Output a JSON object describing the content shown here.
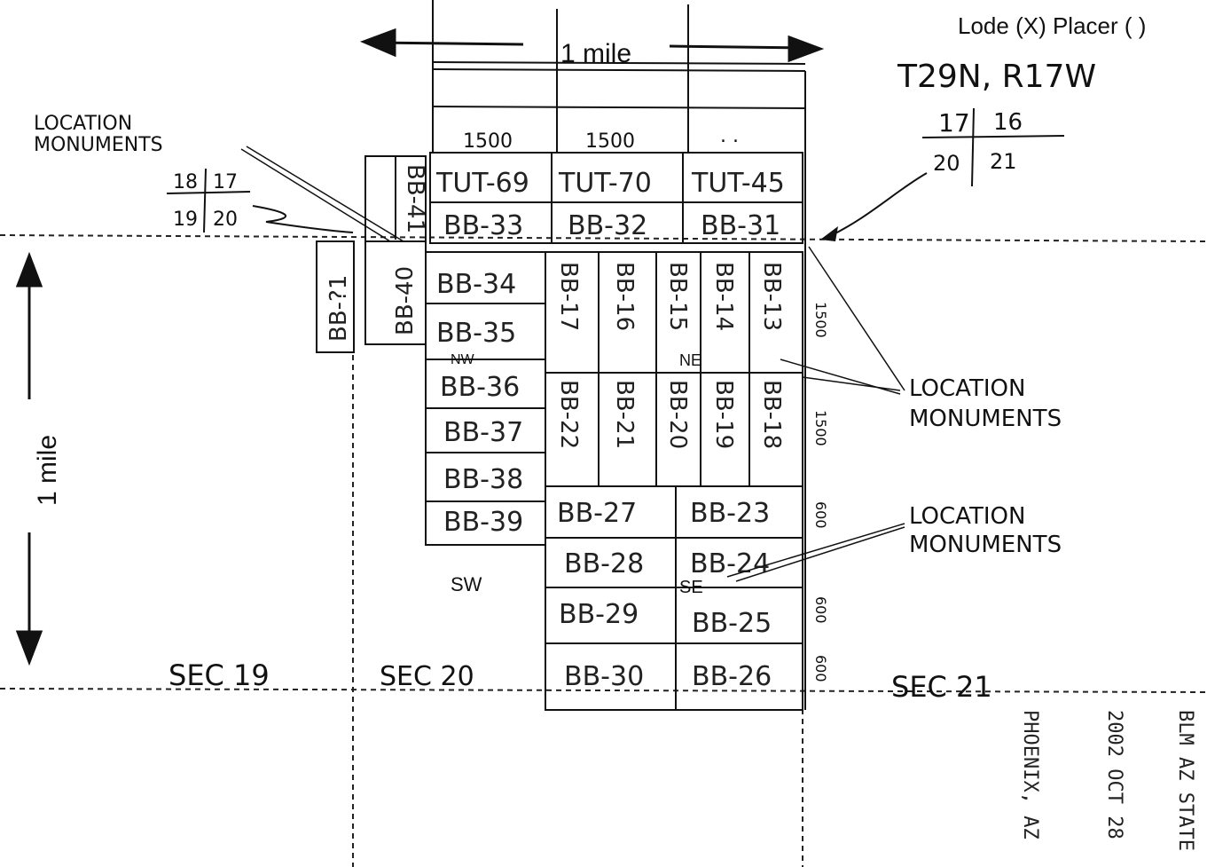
{
  "header": {
    "lode_placer": "Lode (X)  Placer ( )",
    "township_range": "T29N, R17W",
    "section_corner": {
      "nw": "17",
      "ne": "16",
      "sw": "20",
      "se": "21"
    }
  },
  "scale": {
    "horizontal": "1 mile",
    "vertical": "1 mile"
  },
  "left_corner": {
    "nw": "18",
    "ne": "17",
    "sw": "19",
    "se": "20"
  },
  "column_footages": [
    "1500",
    "1500",
    ". ."
  ],
  "side_footages": [
    "1500",
    "1500",
    "600",
    "600",
    "600"
  ],
  "monument_labels": {
    "top_left": "LOCATION MONUMENTS",
    "right_top": "LOCATION MONUMENTS",
    "right_bottom": "LOCATION MONUMENTS"
  },
  "quarters": {
    "nw": "NW",
    "ne": "NE",
    "sw": "SW",
    "se": "SE"
  },
  "sections": {
    "sec19": "SEC 19",
    "sec20": "SEC 20",
    "sec21": "SEC 21"
  },
  "claims_top_row": [
    "TUT-69",
    "TUT-70",
    "TUT-45"
  ],
  "claims_second_row": [
    "BB-33",
    "BB-32",
    "BB-31"
  ],
  "claims_left_column": [
    "BB-34",
    "BB-35",
    "BB-36",
    "BB-37",
    "BB-38",
    "BB-39"
  ],
  "claims_vertical_upper": [
    "BB-17",
    "BB-16",
    "BB-15",
    "BB-14",
    "BB-13"
  ],
  "claims_vertical_lower": [
    "BB-22",
    "BB-21",
    "BB-20",
    "BB-19",
    "BB-18"
  ],
  "claims_vertical_left": [
    "BB-41",
    "BB-40",
    "BB-?1"
  ],
  "claims_lower_left": [
    "BB-27",
    "BB-28",
    "BB-29",
    "BB-30"
  ],
  "claims_lower_right": [
    "BB-23",
    "BB-24",
    "BB-25",
    "BB-26"
  ],
  "stamp": [
    "BLM AZ STATE",
    "2002 OCT 28",
    "PHOENIX, AZ"
  ]
}
